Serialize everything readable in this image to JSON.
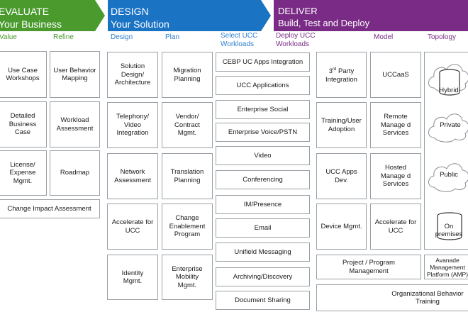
{
  "colors": {
    "evaluate": "#4a9a2e",
    "design": "#1b73c4",
    "deliver": "#7a2b86",
    "evaluate_text": "#4a9a2e",
    "design_text": "#2d7fd0",
    "deliver_text": "#7a2b86",
    "border": "#9aa0a6"
  },
  "banners": {
    "evaluate": {
      "title": "EVALUATE",
      "subtitle": "Your Business"
    },
    "design": {
      "title": "DESIGN",
      "subtitle": "Your Solution"
    },
    "deliver": {
      "title": "DELIVER",
      "subtitle": "Build, Test and Deploy"
    }
  },
  "column_headers": {
    "value": "Value",
    "refine": "Refine",
    "design": "Design",
    "plan": "Plan",
    "select_ucc": "Select UCC\nWorkloads",
    "deploy_ucc": "Deploy UCC\nWorkloads",
    "model": "Model",
    "topology": "Topology"
  },
  "evaluate": {
    "value": [
      "Use Case\nWorkshops",
      "Detailed\nBusiness Case",
      "License/\nExpense\nMgmt."
    ],
    "refine": [
      "User Behavior\nMapping",
      "Workload\nAssessment",
      "Roadmap"
    ],
    "change_impact": "Change Impact Assessment"
  },
  "design": {
    "design": [
      "Solution\nDesign/\nArchitecture",
      "Telephony/\nVideo\nIntegration",
      "Network\nAssessment",
      "Accelerate for\nUCC",
      "Identity\nMgmt."
    ],
    "plan": [
      "Migration\nPlanning",
      "Vendor/\nContract\nMgmt.",
      "Translation\nPlanning",
      "Change\nEnablement\nProgram",
      "Enterprise\nMobility\nMgmt."
    ],
    "select": [
      "CEBP UC Apps Integration",
      "UCC Applications",
      "Enterprise Social",
      "Enterprise Voice/PSTN",
      "Video",
      "Conferencing",
      "IM/Presence",
      "Email",
      "Unifield Messaging",
      "Archiving/Discovery",
      "Document Sharing"
    ]
  },
  "deliver": {
    "party_main": "3",
    "party_sup": "rd",
    "party_rest": " Party",
    "party_line2": "Integration",
    "deploy": [
      "Training/User\nAdoption",
      "UCC Apps\nDev.",
      "Device Mgmt."
    ],
    "model": [
      "UCCaaS",
      "Remote\nManage d\nServices",
      "Hosted\nManage d\nServices",
      "Accelerate for\nUCC"
    ],
    "topology": [
      "Hybrid",
      "Private",
      "Public",
      "On\npremises"
    ],
    "project_mgmt": "Project / Program\nManagement",
    "avanade": "Avanade\nManagement\nPlatform (AMP)",
    "org_behavior": "Organizational Behavior Training"
  }
}
